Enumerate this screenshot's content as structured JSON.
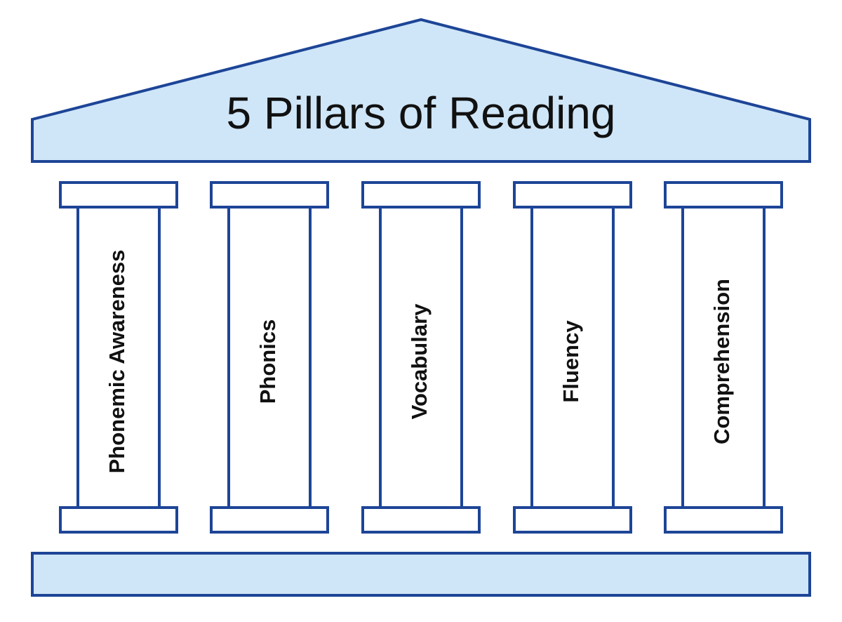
{
  "title": "5 Pillars of Reading",
  "pillars": [
    {
      "label": "Phonemic Awareness"
    },
    {
      "label": "Phonics"
    },
    {
      "label": "Vocabulary"
    },
    {
      "label": "Fluency"
    },
    {
      "label": "Comprehension"
    }
  ],
  "colors": {
    "outline": "#1d4597",
    "fill_light": "#cfe6f8",
    "pillar_fill": "#ffffff",
    "text": "#111111"
  }
}
